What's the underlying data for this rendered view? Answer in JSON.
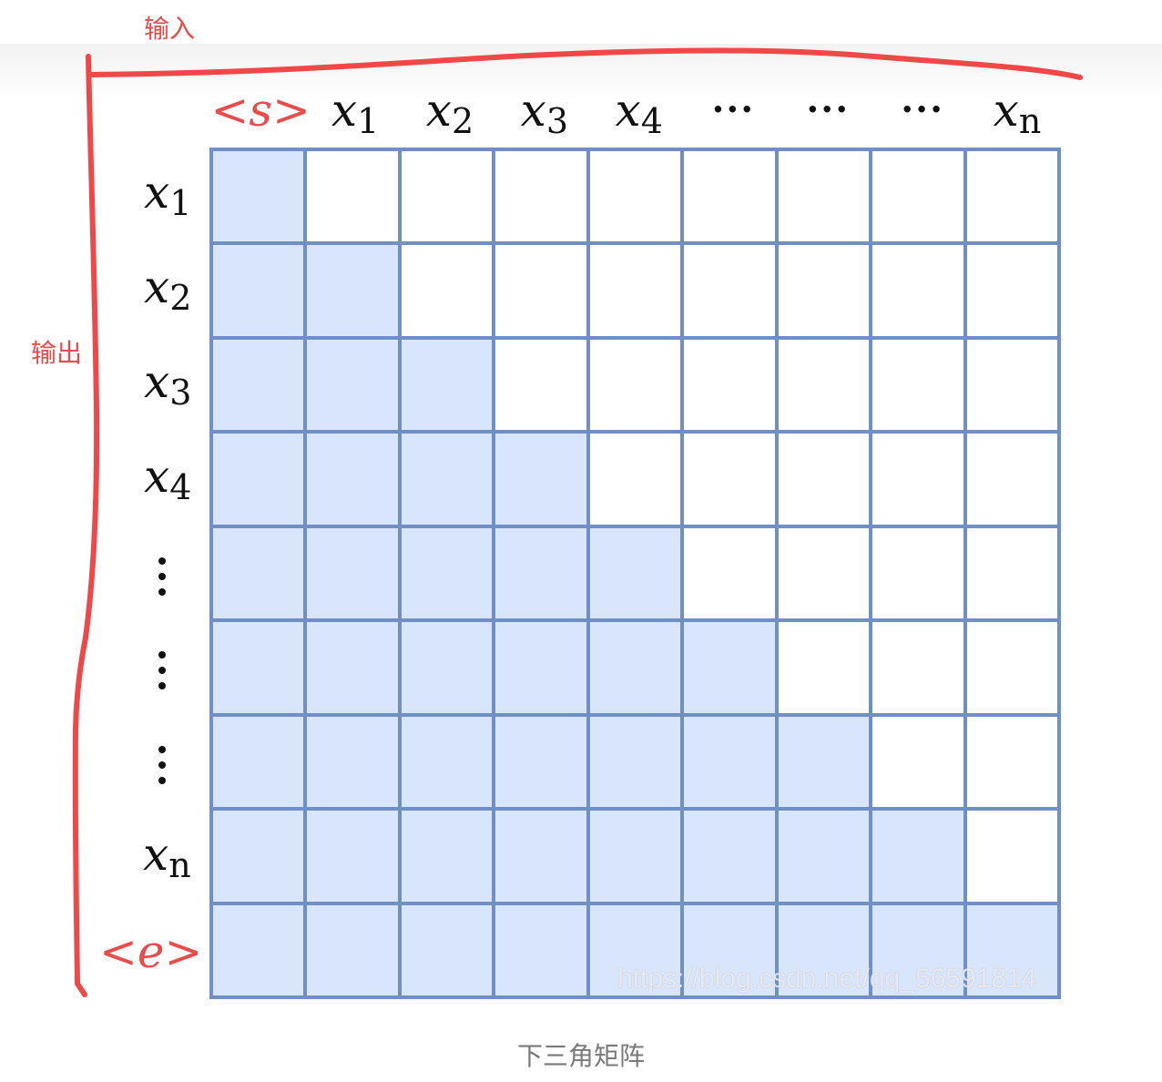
{
  "annotations": {
    "input_label": "输入",
    "output_label": "输出",
    "ink_color": "#f04848"
  },
  "columns": [
    {
      "base": "<s>",
      "sub": "",
      "color": "red"
    },
    {
      "base": "x",
      "sub": "1"
    },
    {
      "base": "x",
      "sub": "2"
    },
    {
      "base": "x",
      "sub": "3"
    },
    {
      "base": "x",
      "sub": "4"
    },
    {
      "base": "···",
      "sub": "",
      "dots": true
    },
    {
      "base": "···",
      "sub": "",
      "dots": true
    },
    {
      "base": "···",
      "sub": "",
      "dots": true
    },
    {
      "base": "x",
      "sub": "n"
    }
  ],
  "rows": [
    {
      "base": "x",
      "sub": "1"
    },
    {
      "base": "x",
      "sub": "2"
    },
    {
      "base": "x",
      "sub": "3"
    },
    {
      "base": "x",
      "sub": "4"
    },
    {
      "base": "⋮",
      "vdots": true
    },
    {
      "base": "⋮",
      "vdots": true
    },
    {
      "base": "⋮",
      "vdots": true
    },
    {
      "base": "x",
      "sub": "n"
    },
    {
      "base": "<e>",
      "sub": "",
      "color": "red"
    }
  ],
  "matrix": {
    "size": 9,
    "fill": "lower-triangular-including-diagonal",
    "shaded_color": "#d8e5fb",
    "empty_color": "#ffffff",
    "line_color": "#6f8fc6"
  },
  "caption": "下三角矩阵",
  "watermark": "https://blog.csdn.net/qq_56591814"
}
